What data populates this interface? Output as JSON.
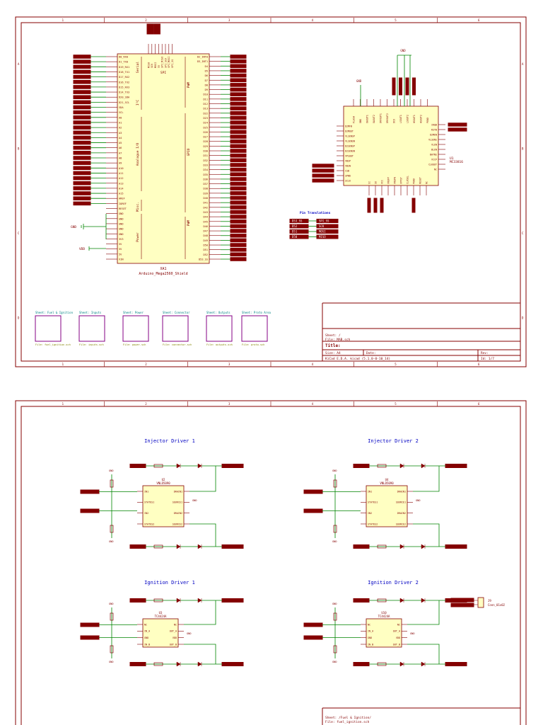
{
  "page1": {
    "mega": {
      "ref": "XA1",
      "value": "Arduino_Mega2560_Shield",
      "sections": [
        "Serial",
        "I²C",
        "Analogue I/O",
        "Misc.",
        "Power",
        "SPI",
        "PWM",
        "GPIO",
        "PWM"
      ],
      "left_pins": [
        "D0_RX0",
        "D1_TX0",
        "D19_RX1",
        "D18_TX1",
        "D17_RX2",
        "D16_TX2",
        "D15_RX3",
        "D14_TX3",
        "D20_SDA",
        "D21_SCL",
        "SDA",
        "SCL",
        "A0",
        "A1",
        "A2",
        "A3",
        "A4",
        "A5",
        "A6",
        "A7",
        "A8",
        "A9",
        "A10",
        "A11",
        "A12",
        "A13",
        "A14",
        "A15",
        "AREF",
        "IOREF",
        "RESET",
        "GND",
        "GND",
        "GND",
        "GND",
        "GND",
        "3V3",
        "5V",
        "5V",
        "5V",
        "VIN"
      ],
      "right_pins": [
        "D2_INT0",
        "D3_INT1",
        "D4",
        "D5",
        "D6",
        "D7",
        "D8",
        "D9",
        "D10",
        "D11",
        "D12",
        "D13",
        "D22",
        "D23",
        "D24",
        "D25",
        "D26",
        "D27",
        "D28",
        "D29",
        "D30",
        "D31",
        "D32",
        "D33",
        "D34",
        "D35",
        "D36",
        "D37",
        "D38",
        "D39",
        "D40",
        "D41",
        "D42",
        "D43",
        "D44",
        "D45",
        "D46",
        "D47",
        "D48",
        "D49",
        "D50",
        "D51",
        "D52",
        "D53_SS"
      ],
      "top_pins": [
        "MISO",
        "SCK",
        "MOSI",
        "SS",
        "SPI_MISO",
        "SPI_SCK",
        "SPI_MOSI",
        "SPI_SS"
      ]
    },
    "power_labels": {
      "gnd": "GND",
      "vdd": "VDD"
    },
    "u1": {
      "ref": "U1",
      "value": "MC33816",
      "top_pins": [
        "FLASH",
        "DBG",
        "OAOUT1",
        "OAOUT2",
        "DRVOUT1",
        "DRVOUT2",
        "DCO",
        "LSOUT1",
        "LSOUT2",
        "HSOUT1",
        "HSOUT2",
        "PGND"
      ],
      "left_pins": [
        "D2MFB",
        "D2MOUT",
        "VLSENSP",
        "VLSENSN",
        "D2SENSP",
        "D2SENSN",
        "VPSOUT",
        "VBSP",
        "VBSN",
        "CSB",
        "SPWD",
        "SCLK"
      ],
      "right_pins": [
        "IRQB",
        "RSTB",
        "D2MEN",
        "VLSENS",
        "VLEN",
        "BLEN",
        "BATNS",
        "VCCP",
        "CLKOUT",
        "NC"
      ],
      "bottom_pins": [
        "SI",
        "SO",
        "VCC",
        "VREFP",
        "VREFN",
        "VPPST",
        "CLKSEL",
        "PGND",
        "RESET",
        "NC"
      ]
    },
    "pin_translations": {
      "title": "Pin Translations",
      "rows": [
        [
          "D53_SS",
          "SPI_SS"
        ],
        [
          "D52",
          "SCK"
        ],
        [
          "D51",
          "MOSI"
        ],
        [
          "D50",
          "MISO"
        ]
      ]
    },
    "sheets": [
      {
        "name": "Sheet: Fuel & Ignition",
        "file": "File: fuel_ignition.sch"
      },
      {
        "name": "Sheet: Inputs",
        "file": "File: inputs.sch"
      },
      {
        "name": "Sheet: Power",
        "file": "File: power.sch"
      },
      {
        "name": "Sheet: Connector",
        "file": "File: connector.sch"
      },
      {
        "name": "Sheet: Outputs",
        "file": "File: outputs.sch"
      },
      {
        "name": "Sheet: Proto Area",
        "file": "File: proto.sch"
      }
    ],
    "title_block": {
      "sheet": "Sheet: /",
      "file": "File: MAB.sch",
      "title": "Title:",
      "size": "Size: A4",
      "date": "Date:",
      "kicad": "KiCad E.D.A.  kicad (5.1.0-0-10_14)",
      "rev": "Rev:",
      "id": "Id: 1/7"
    }
  },
  "page2": {
    "blocks": [
      {
        "title": "Injector Driver 1",
        "chip_ref": "U2",
        "chip_value": "VNLD5090",
        "chip_pins": [
          "IN1",
          "STATUS1",
          "IN2",
          "STATUS2",
          "DRAIN1",
          "SOURCE1",
          "DRAIN2",
          "SOURCE2"
        ]
      },
      {
        "title": "Injector Driver 2",
        "chip_ref": "U4",
        "chip_value": "VNLD5090",
        "chip_pins": [
          "IN1",
          "STATUS1",
          "IN2",
          "STATUS2",
          "DRAIN1",
          "SOURCE1",
          "DRAIN2",
          "SOURCE2"
        ]
      },
      {
        "title": "Ignition Driver 1",
        "chip_ref": "U3",
        "chip_value": "TC4424A",
        "chip_pins": [
          "NC",
          "IN_A",
          "GND",
          "IN_B",
          "NC",
          "OUT_A",
          "VDD",
          "OUT_B"
        ]
      },
      {
        "title": "Ignition Driver 2",
        "chip_ref": "U10",
        "chip_value": "TC4424A",
        "chip_pins": [
          "NC",
          "IN_A",
          "GND",
          "IN_B",
          "NC",
          "OUT_A",
          "VDD",
          "OUT_B"
        ]
      }
    ],
    "connector": {
      "ref": "J9",
      "value": "Conn_01x02"
    },
    "title_block": {
      "sheet": "Sheet: /Fuel & Ignition/",
      "file": "File: fuel_ignition.sch"
    }
  },
  "ruler": [
    "1",
    "2",
    "3",
    "4",
    "5",
    "6"
  ],
  "ruler_rows": [
    "A",
    "B",
    "C",
    "D"
  ]
}
